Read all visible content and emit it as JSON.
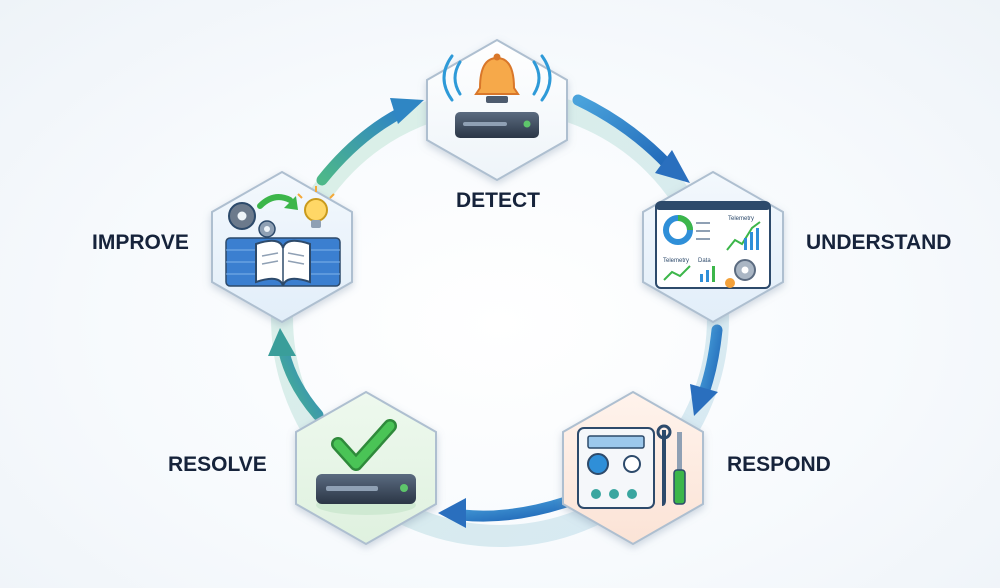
{
  "cycle": {
    "stages": [
      {
        "id": "detect",
        "label": "DETECT",
        "icon": "alarm-bell-server-icon",
        "accent": "#f4a93a"
      },
      {
        "id": "understand",
        "label": "UNDERSTAND",
        "icon": "telemetry-dashboard-icon",
        "accent": "#2f8fd8"
      },
      {
        "id": "respond",
        "label": "RESPOND",
        "icon": "control-panel-tools-icon",
        "accent": "#f3b9a2"
      },
      {
        "id": "resolve",
        "label": "RESOLVE",
        "icon": "checkmark-server-icon",
        "accent": "#3cb64a"
      },
      {
        "id": "improve",
        "label": "IMPROVE",
        "icon": "playbook-gears-lightbulb-icon",
        "accent": "#f6c54a"
      }
    ],
    "dashboard_labels": {
      "panel_a": "Telemetry",
      "panel_b": "Telemetry",
      "panel_c": "Data"
    }
  },
  "colors": {
    "ring": "#d4ebe6",
    "arrow_blue": "#2e7ecb",
    "arrow_green": "#3fae84",
    "hex_border": "#b9c9d8",
    "text": "#16233b"
  }
}
